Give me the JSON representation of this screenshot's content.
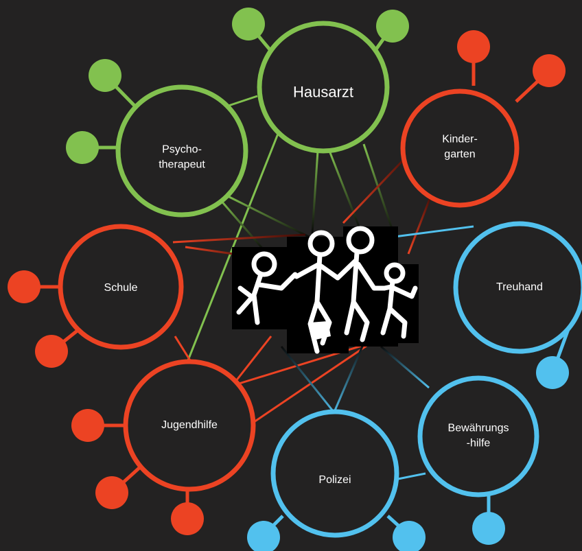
{
  "colors": {
    "background": "#232222",
    "health": "#82c14f",
    "education": "#ec4323",
    "justice": "#52c1ee",
    "center": "#000000"
  },
  "center": {
    "name": "family-icon",
    "description_icon": "four-dancing-figures-icon"
  },
  "nodes": {
    "hausarzt": {
      "label": "Hausarzt",
      "group": "health"
    },
    "psycho": {
      "label": "Psycho-\ntherapeut",
      "group": "health"
    },
    "kinder": {
      "label": "Kinder-\ngarten",
      "group": "education"
    },
    "schule": {
      "label": "Schule",
      "group": "education"
    },
    "jugend": {
      "label": "Jugendhilfe",
      "group": "education"
    },
    "treuhand": {
      "label": "Treuhand",
      "group": "justice"
    },
    "bewaehrung": {
      "label": "Bewährungs\n-hilfe",
      "group": "justice"
    },
    "polizei": {
      "label": "Polizei",
      "group": "justice"
    }
  }
}
